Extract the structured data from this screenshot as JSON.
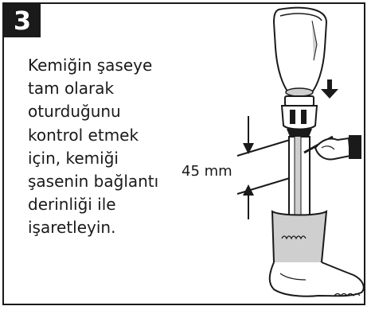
{
  "step": {
    "number": "3"
  },
  "instruction": {
    "lines": [
      "Kemiğin şaseye",
      "tam olarak",
      "oturduğunu",
      "kontrol etmek",
      "için, kemiği",
      "şasenin bağlantı",
      "derinliği ile",
      "işaretleyin."
    ]
  },
  "measurement": {
    "label": "45 mm"
  },
  "illustration": {
    "parts": [
      "prosthetic-socket",
      "connector-adapter",
      "tube-pylon",
      "hand-with-pen",
      "foot-shell"
    ]
  },
  "colors": {
    "frame": "#1a1a1a",
    "shade": "#cfcfcf",
    "background": "#ffffff"
  }
}
